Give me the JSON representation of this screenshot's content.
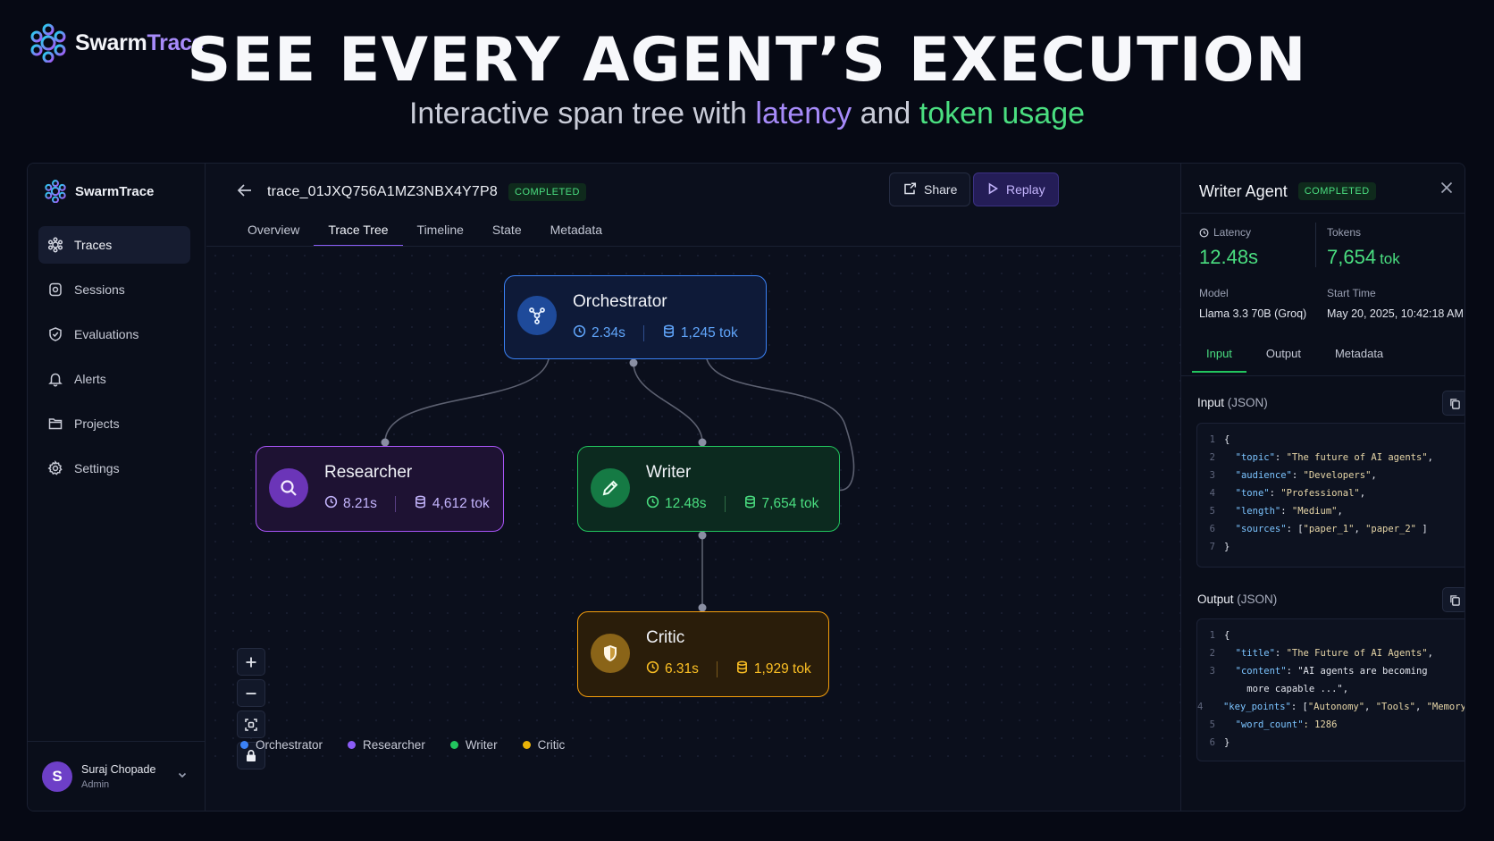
{
  "brand": {
    "part1": "Swarm",
    "part2": "Trace"
  },
  "hero": {
    "title": "SEE EVERY AGENT’S EXECUTION",
    "sub_pre": "Interactive span tree with ",
    "sub_latency": "latency",
    "sub_and": " and ",
    "sub_tokens": "token usage"
  },
  "sidebar": {
    "brand": "SwarmTrace",
    "items": [
      {
        "label": "Traces",
        "icon": "traces-icon",
        "active": true
      },
      {
        "label": "Sessions",
        "icon": "sessions-icon"
      },
      {
        "label": "Evaluations",
        "icon": "evaluations-icon"
      },
      {
        "label": "Alerts",
        "icon": "bell-icon"
      },
      {
        "label": "Projects",
        "icon": "folder-icon"
      },
      {
        "label": "Settings",
        "icon": "gear-icon"
      }
    ],
    "user": {
      "initial": "S",
      "name": "Suraj Chopade",
      "role": "Admin"
    }
  },
  "trace": {
    "id": "trace_01JXQ756A1MZ3NBX4Y7P8",
    "status": "COMPLETED",
    "share_label": "Share",
    "replay_label": "Replay",
    "tabs": [
      "Overview",
      "Trace Tree",
      "Timeline",
      "State",
      "Metadata"
    ],
    "active_tab": "Trace Tree"
  },
  "nodes": {
    "orchestrator": {
      "name": "Orchestrator",
      "latency": "2.34s",
      "tokens": "1,245 tok",
      "color": "#3b82f6"
    },
    "researcher": {
      "name": "Researcher",
      "latency": "8.21s",
      "tokens": "4,612 tok",
      "color": "#a855f7"
    },
    "writer": {
      "name": "Writer",
      "latency": "12.48s",
      "tokens": "7,654 tok",
      "color": "#22c55e"
    },
    "critic": {
      "name": "Critic",
      "latency": "6.31s",
      "tokens": "1,929 tok",
      "color": "#f59e0b"
    }
  },
  "legend": [
    {
      "label": "Orchestrator",
      "color": "#3b82f6"
    },
    {
      "label": "Researcher",
      "color": "#8b5cf6"
    },
    {
      "label": "Writer",
      "color": "#22c55e"
    },
    {
      "label": "Critic",
      "color": "#eab308"
    }
  ],
  "panel": {
    "title": "Writer Agent",
    "status": "COMPLETED",
    "latency_label": "Latency",
    "latency_value": "12.48s",
    "tokens_label": "Tokens",
    "tokens_value": "7,654",
    "tokens_unit": "tok",
    "model_label": "Model",
    "model_value": "Llama 3.3 70B (Groq)",
    "start_label": "Start Time",
    "start_value": "May 20, 2025, 10:42:18 AM",
    "tabs": [
      "Input",
      "Output",
      "Metadata"
    ],
    "active_tab": "Input",
    "input_title": "Input",
    "input_suffix": " (JSON)",
    "output_title": "Output",
    "output_suffix": " (JSON)",
    "input_lines": [
      {
        "n": "1",
        "text": "{"
      },
      {
        "n": "2",
        "text": "  \"topic\": \"The future of AI agents\","
      },
      {
        "n": "3",
        "text": "  \"audience\": \"Developers\","
      },
      {
        "n": "4",
        "text": "  \"tone\": \"Professional\","
      },
      {
        "n": "5",
        "text": "  \"length\": \"Medium\","
      },
      {
        "n": "6",
        "text": "  \"sources\": [\"paper_1\", \"paper_2\" ]"
      },
      {
        "n": "7",
        "text": "}"
      }
    ],
    "output_lines": [
      {
        "n": "1",
        "text": "{"
      },
      {
        "n": "2",
        "text": "  \"title\": \"The Future of AI Agents\","
      },
      {
        "n": "3",
        "text": "  \"content\": \"AI agents are becoming"
      },
      {
        "n": "",
        "text": "    more capable ...\","
      },
      {
        "n": "4",
        "text": "  \"key_points\": [\"Autonomy\", \"Tools\", \"Memory\"],"
      },
      {
        "n": "5",
        "text": "  \"word_count\": 1286"
      },
      {
        "n": "6",
        "text": "}"
      }
    ]
  }
}
